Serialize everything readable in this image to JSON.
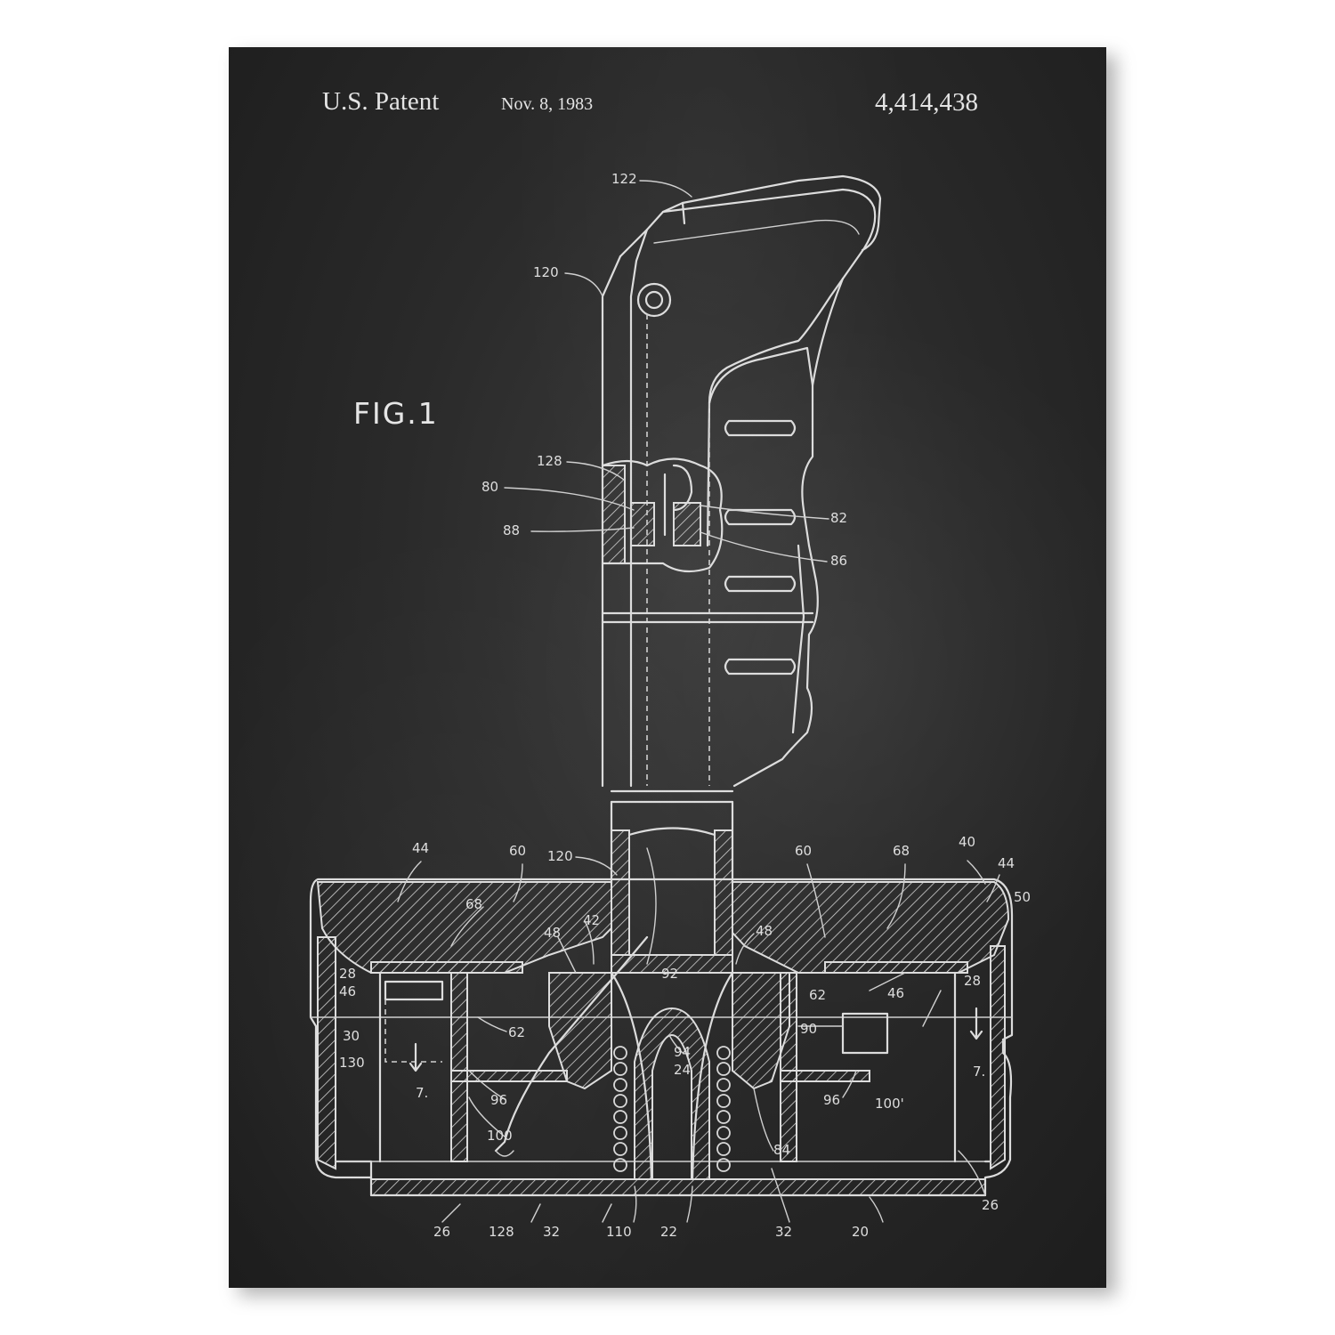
{
  "header": {
    "patent_label": "U.S. Patent",
    "date": "Nov. 8, 1983",
    "patent_number": "4,414,438"
  },
  "figure_label": "FIG.1",
  "colors": {
    "chalkboard": "#2a2a2a",
    "chalk": "#dcdcdc",
    "background": "#ffffff"
  },
  "reference_numerals": [
    "122",
    "120",
    "128",
    "80",
    "88",
    "82",
    "86",
    "44",
    "60",
    "120",
    "60",
    "68",
    "40",
    "44",
    "50",
    "68",
    "48",
    "42",
    "48",
    "28",
    "46",
    "92",
    "62",
    "46",
    "28",
    "62",
    "30",
    "90",
    "130",
    "7.",
    "96",
    "94",
    "24",
    "96",
    "100'",
    "7.",
    "100",
    "84",
    "26",
    "128",
    "32",
    "110",
    "22",
    "32",
    "20",
    "26"
  ]
}
